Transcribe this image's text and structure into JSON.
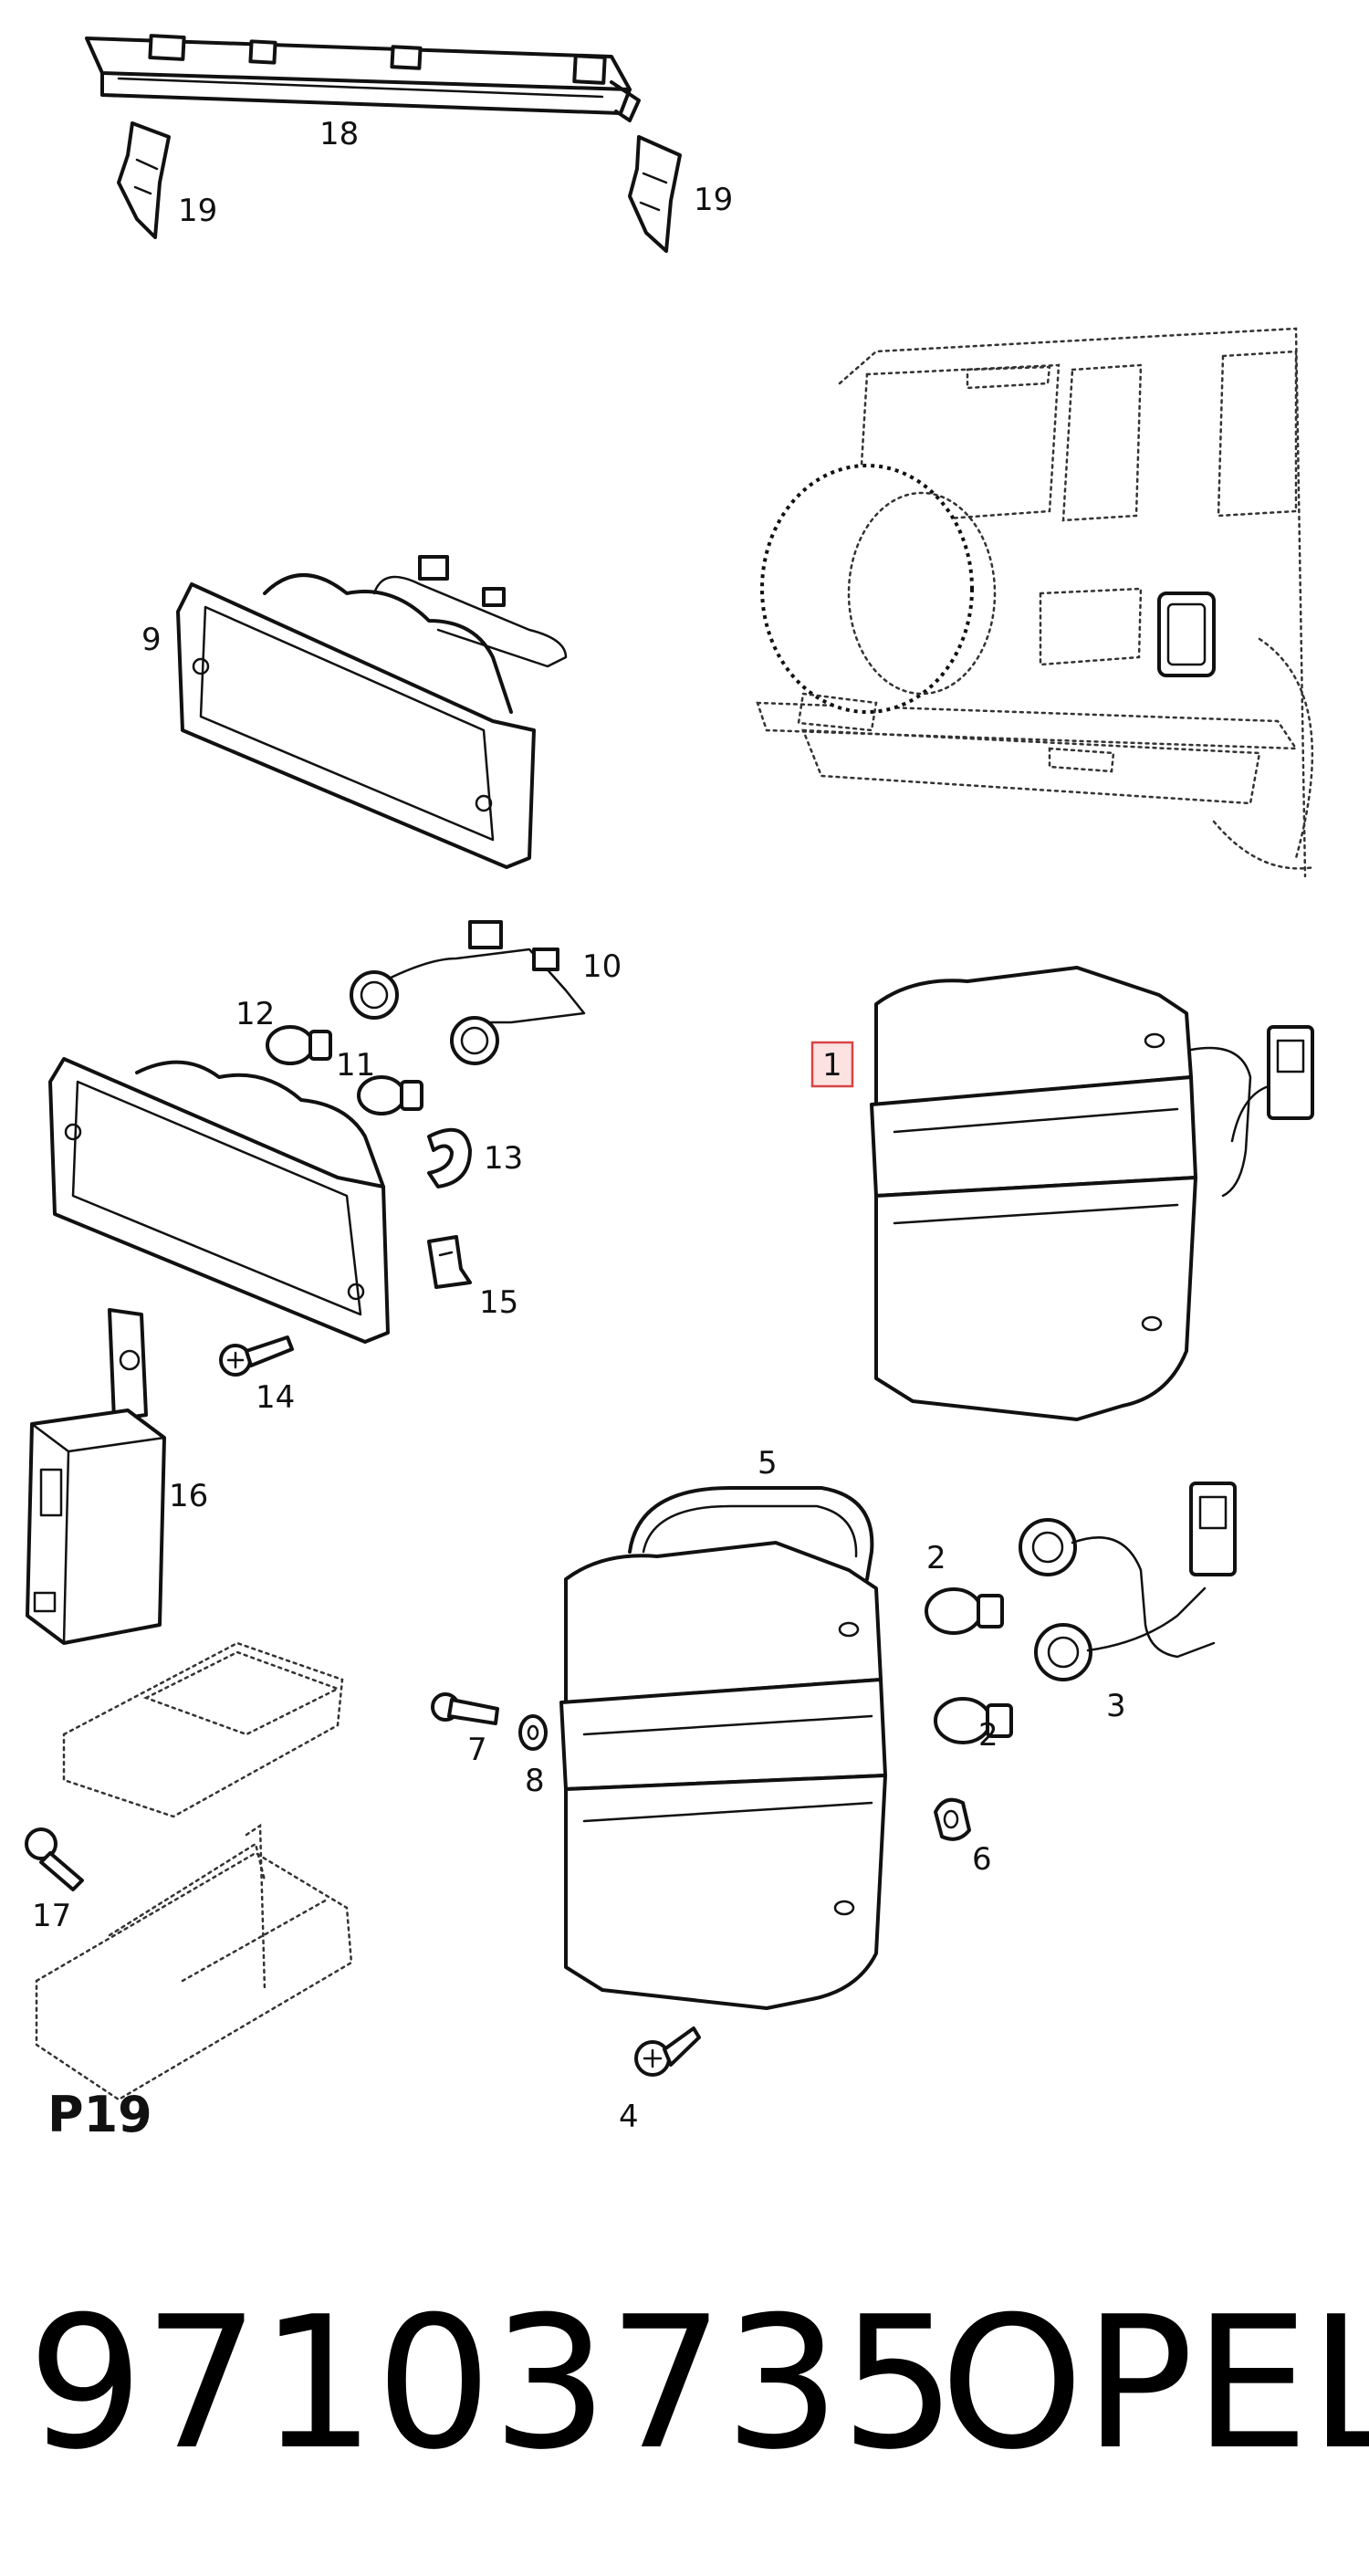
{
  "diagram": {
    "page_label": "P19",
    "part_number": "97103735",
    "brand": "OPEL",
    "highlighted_callout": "1",
    "callouts": {
      "c1": "1",
      "c2a": "2",
      "c2b": "2",
      "c3": "3",
      "c4": "4",
      "c5": "5",
      "c6": "6",
      "c7": "7",
      "c8": "8",
      "c9": "9",
      "c10": "10",
      "c11": "11",
      "c12": "12",
      "c13": "13",
      "c14": "14",
      "c15": "15",
      "c16": "16",
      "c17": "17",
      "c18": "18",
      "c19a": "19",
      "c19b": "19"
    }
  }
}
